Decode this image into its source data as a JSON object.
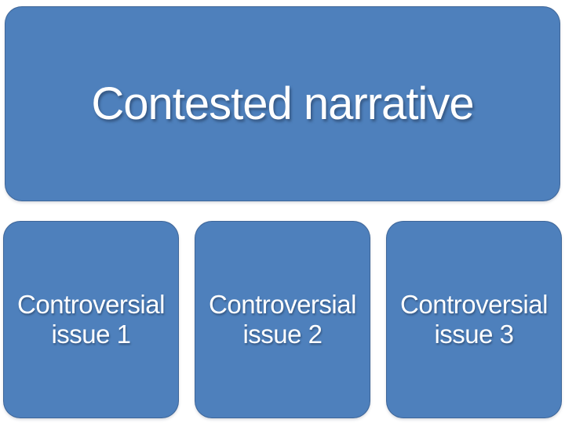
{
  "diagram": {
    "title_box": {
      "label": "Contested narrative"
    },
    "issue_boxes": [
      {
        "label": "Controversial issue 1"
      },
      {
        "label": "Controversial issue 2"
      },
      {
        "label": "Controversial issue 3"
      }
    ],
    "colors": {
      "box_fill": "#4E80BC",
      "text": "#FFFFFF",
      "background": "#FFFFFF"
    }
  }
}
